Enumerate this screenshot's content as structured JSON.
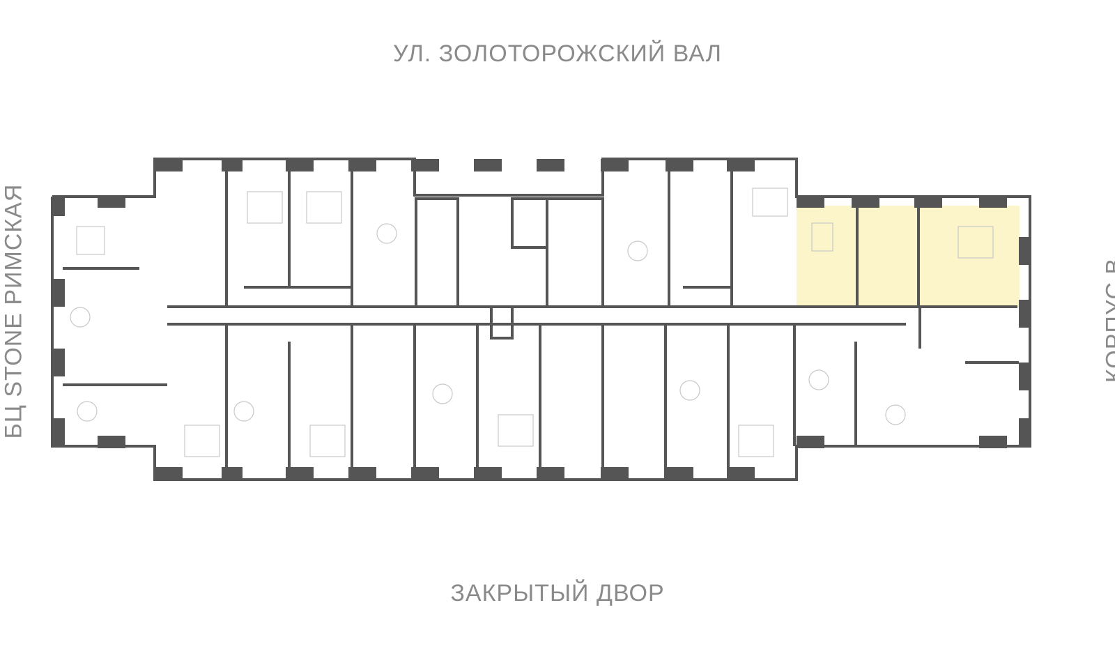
{
  "labels": {
    "north": "УЛ. ЗОЛОТОРОЖСКИЙ ВАЛ",
    "south": "ЗАКРЫТЫЙ ДВОР",
    "west": "БЦ STONE РИМСКАЯ",
    "east": "КОРПУС В"
  },
  "colors": {
    "wall": "#555555",
    "highlight": "#fbf5c9",
    "furniture": "#c8c8c8",
    "text": "#8a8a8a"
  }
}
